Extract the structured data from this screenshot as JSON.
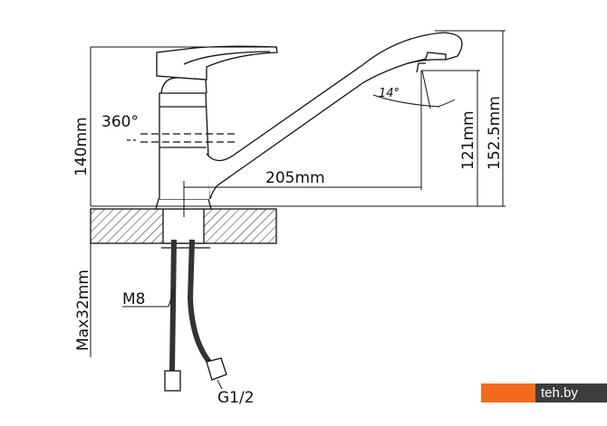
{
  "diagram": {
    "labels": {
      "height_total": "140mm",
      "rotation": "360°",
      "spout_angle": "14°",
      "reach": "205mm",
      "spout_height": "121mm",
      "max_height": "152.5mm",
      "max_counter": "Max32mm",
      "stud": "M8",
      "connection": "G1/2"
    }
  },
  "watermark": {
    "text": "teh.by",
    "accent": "#f26a1b",
    "bar": "#3d3d3d"
  }
}
